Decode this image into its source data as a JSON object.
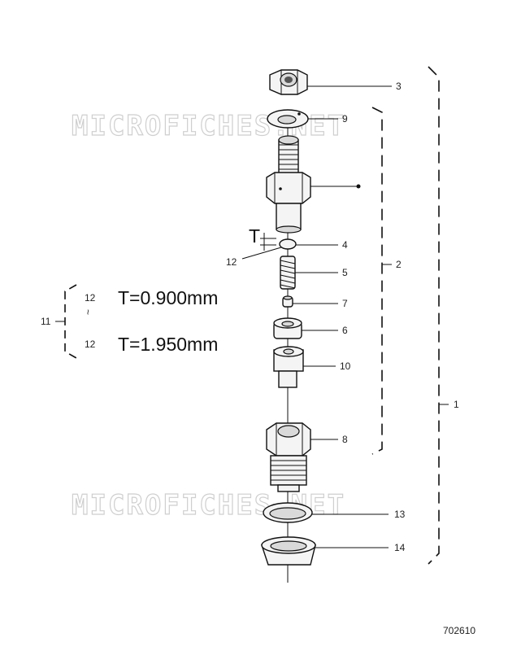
{
  "watermarks": [
    "MICROFICHES.NET",
    "MICROFICHES.NET"
  ],
  "callouts": {
    "p3": "3",
    "p9": "9",
    "p4": "4",
    "p12": "12",
    "p5": "5",
    "p7": "7",
    "p6": "6",
    "p10": "10",
    "p8": "8",
    "p13": "13",
    "p14": "14",
    "p2": "2",
    "p1": "1"
  },
  "thickness_marker": "T",
  "shim_range": {
    "group": "11",
    "item_top": "12",
    "item_bottom": "12",
    "tilde": "~",
    "min": "T=0.900mm",
    "max": "T=1.950mm"
  },
  "drawing_number": "702610"
}
